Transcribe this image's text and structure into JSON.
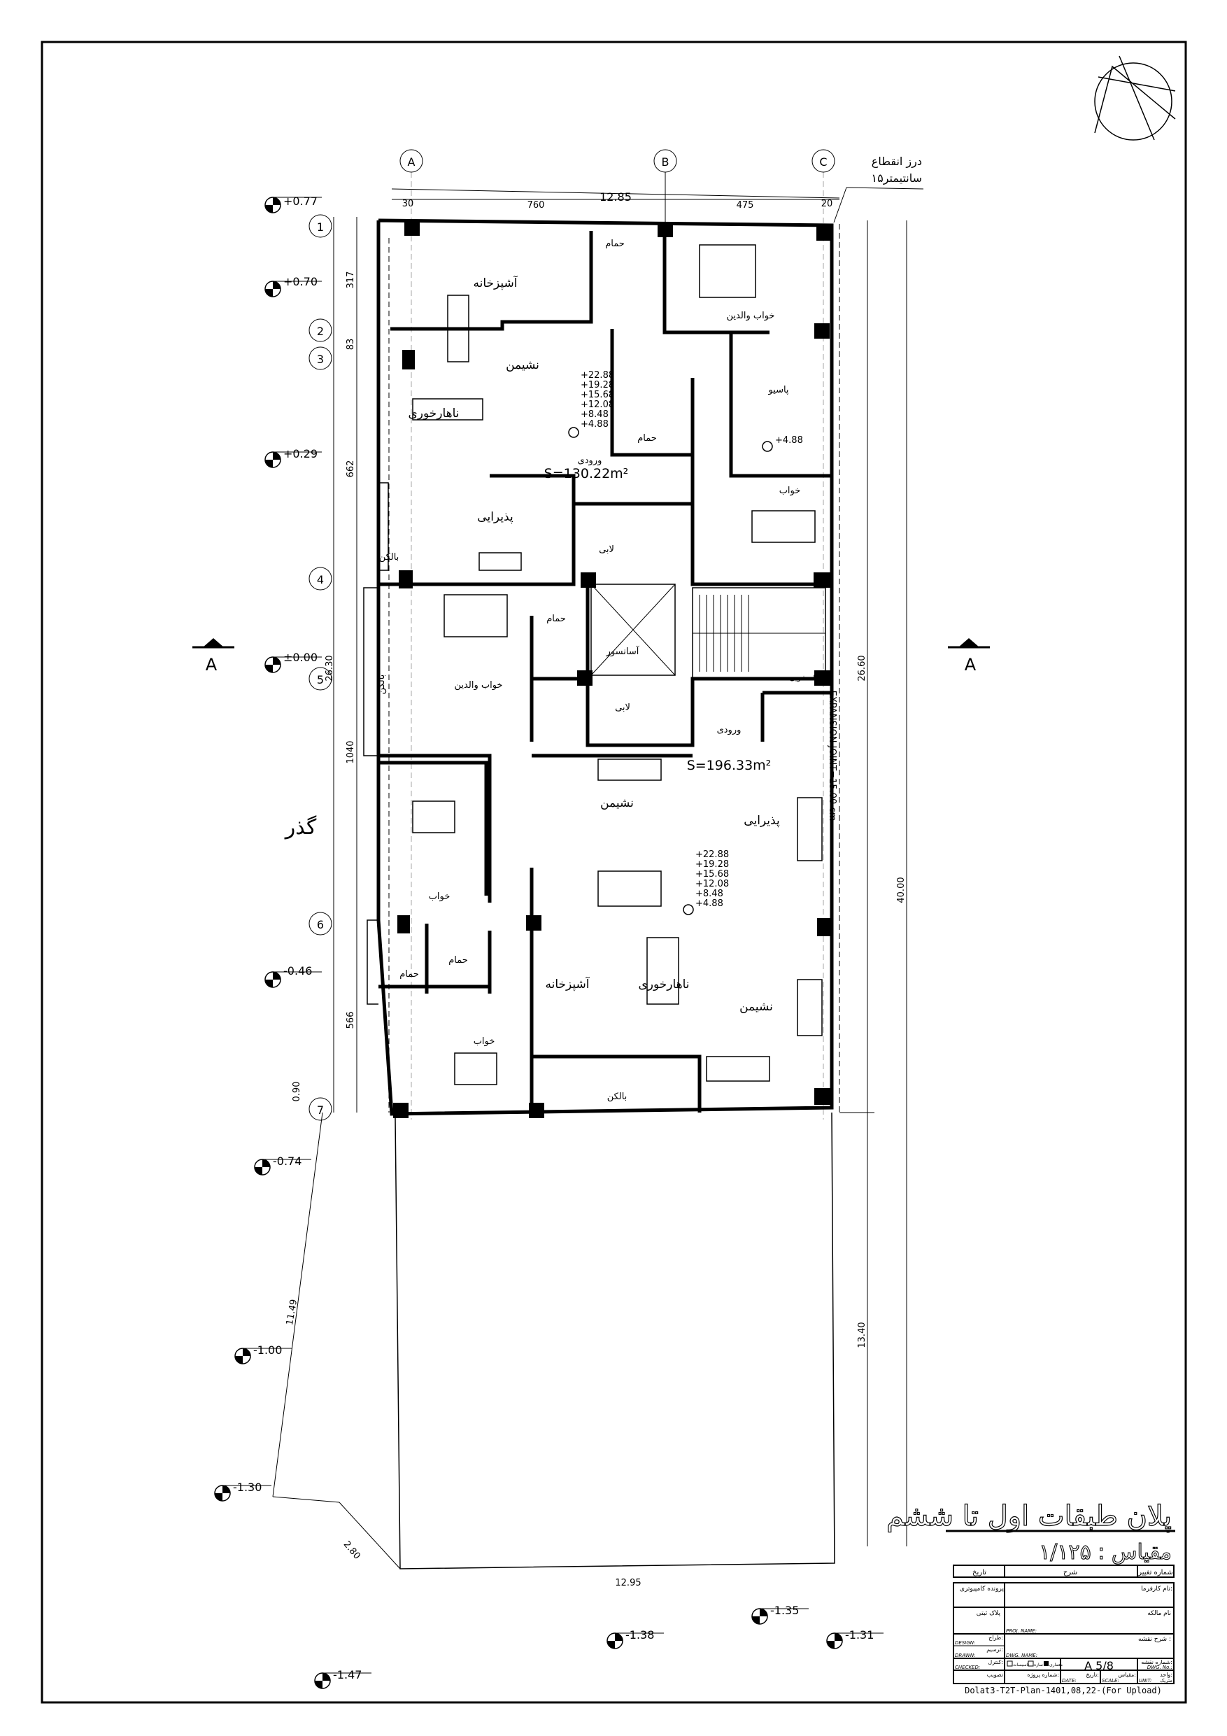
{
  "grid": {
    "columns": [
      "A",
      "B",
      "C"
    ],
    "rows": [
      "1",
      "2",
      "3",
      "4",
      "5",
      "6",
      "7"
    ]
  },
  "dimensions": {
    "top": [
      "30",
      "760",
      "12.85",
      "475",
      "20"
    ],
    "left": [
      "317",
      "83",
      "662",
      "26.30",
      "1040",
      "566",
      "0.90"
    ],
    "right": [
      "26.60",
      "40.00",
      "13.40"
    ],
    "site": [
      "11.49",
      "2.80",
      "12.95"
    ]
  },
  "levels": [
    "+0.77",
    "+0.70",
    "+0.29",
    "±0.00",
    "-0.46",
    "-0.74",
    "-1.00",
    "-1.30",
    "-1.35",
    "-1.38",
    "-1.31",
    "-1.47"
  ],
  "floor_levels": [
    "+22.88",
    "+19.28",
    "+15.68",
    "+12.08",
    "+8.48",
    "+4.88"
  ],
  "patio_level": "+4.88",
  "section_mark": "A",
  "expansion_note": {
    "line1": "درز انقطاع",
    "line2": "۱۵سانتیمتر"
  },
  "expansion_joint": "EXPANSION JOINT=15.00 cm",
  "street_label": "گذر",
  "unit1": {
    "area": "S=130.22m²",
    "rooms": [
      "آشپزخانه",
      "نشیمن",
      "ناهارخوری",
      "حمام",
      "خواب والدین",
      "پاسیو",
      "ورودی",
      "پذیرایی",
      "خواب",
      "لابی",
      "بالکن",
      "حمام"
    ]
  },
  "unit2": {
    "area": "S=196.33m²",
    "rooms": [
      "خواب والدین",
      "حمام",
      "آسانسور",
      "بالکن",
      "لابی",
      "ورودی",
      "نشیمن",
      "پذیرایی",
      "خواب",
      "حمام",
      "حمام",
      "آشپزخانه",
      "ناهارخوری",
      "نشیمن",
      "خواب",
      "بالکن",
      "لباسشویی"
    ]
  },
  "title": {
    "main": "پلان طبقات اول تا ششم",
    "scale": "مقیاس : ۱/۱۲۵"
  },
  "title_block": {
    "revision_no": "شماره تغییر",
    "description": "شرح",
    "date": "تاریخ",
    "client": "نام کارفرما:",
    "computer_file": "پرونده کامپیوتری",
    "owner": "نام مالکه",
    "registry_plate": "پلاک ثبتی",
    "proj_name": "PROJ. NAME:",
    "drawing_desc": "شرح نقشه :",
    "design_fa": "طراح:",
    "design_en": "DESIGN:",
    "drawn_fa": "ترسیم:",
    "drawn_en": "DRAWN:",
    "dwg_name": "DWG. NAME:",
    "checked_fa": "کنترل:",
    "checked_en": "CHECKED:",
    "disciplines": [
      "معماری",
      "سازه",
      "تاسیسات"
    ],
    "sheet_no": "A 5/8",
    "dwg_no_fa": "شماره نقشه:",
    "dwg_no_en": "DWG. No.:",
    "approval": "تصویب",
    "project_no": "شماره پروژه:",
    "date_fa": "تاریخ:",
    "date_en": "DATE:",
    "scale_fa": "مقیاس:",
    "scale_en": "SCALE:",
    "unit_fa": "واحد:",
    "unit_en": "UNIT:",
    "unit_value": "متریک",
    "filename": "Dolat3-T2T-Plan-1401,08,22-(For Upload)"
  }
}
